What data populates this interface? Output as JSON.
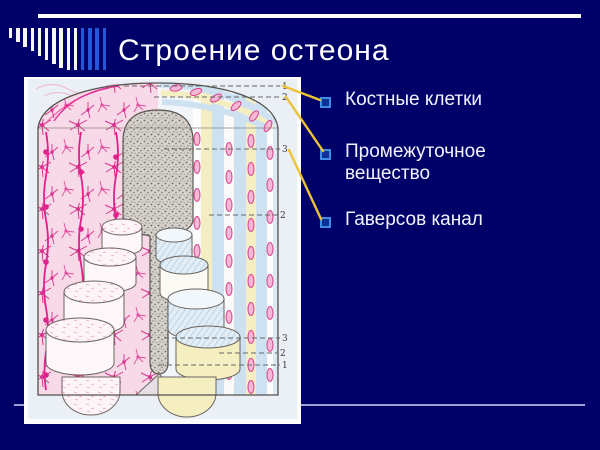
{
  "slide": {
    "title": "Строение остеона",
    "background_color": "#000069",
    "title_color": "#ffffff",
    "top_rule_color": "#ffffff",
    "divider_color": "#99a0d2"
  },
  "decoration": {
    "bar_heights": [
      10,
      14,
      19,
      23,
      28,
      32,
      36,
      40,
      42,
      42,
      42,
      42,
      42,
      42
    ],
    "bar_colors": [
      "#f6f6f6",
      "#f6f6f6",
      "#f6f6f6",
      "#f6f6f6",
      "#f6f6f6",
      "#f6f6f6",
      "#f6f6f6",
      "#f6f6f6",
      "#f6f6f6",
      "#f6f6f6",
      "#2458dc",
      "#2458dc",
      "#2458dc",
      "#2458dc"
    ]
  },
  "list": {
    "marker_border_color": "#3e8ee6",
    "marker_fill_color": "#0d2f9a",
    "callout_color": "#eec237",
    "items": [
      {
        "label": "Костные клетки"
      },
      {
        "label": "Промежуточное вещество"
      },
      {
        "label": "Гаверсов канал"
      }
    ]
  },
  "figure": {
    "kind": "osteon cutaway anatomical illustration",
    "numbers": {
      "top_1": "1",
      "top_2": "2",
      "mid_3": "3",
      "mid_2": "2",
      "low_3": "3",
      "low_2": "2",
      "low_1": "1"
    }
  }
}
